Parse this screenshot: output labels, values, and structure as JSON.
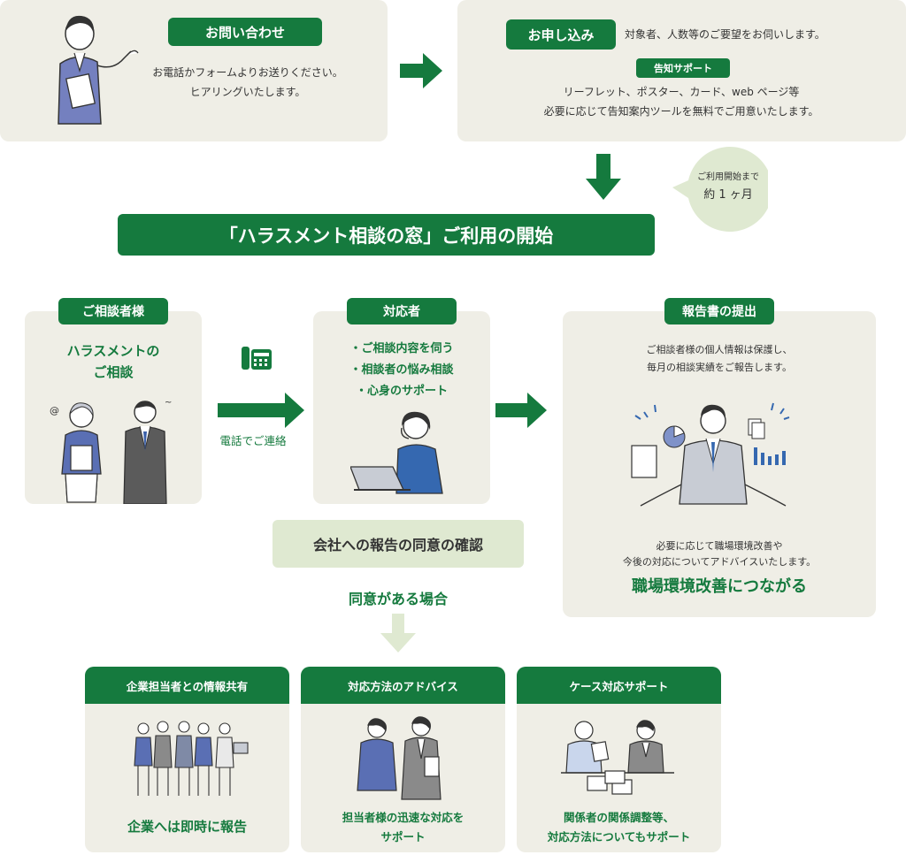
{
  "inquiry": {
    "tag": "お問い合わせ",
    "line1": "お電話かフォームよりお送りください。",
    "line2": "ヒアリングいたします。"
  },
  "application": {
    "tag": "お申し込み",
    "note": "対象者、人数等のご要望をお伺いします。",
    "sub_tag": "告知サポート",
    "line1": "リーフレット、ポスター、カード、web ページ等",
    "line2": "必要に応じて告知案内ツールを無料でご用意いたします。"
  },
  "lead_time": {
    "line1": "ご利用開始まで",
    "line2": "約 1 ヶ月"
  },
  "start_banner": "「ハラスメント相談の窓」ご利用の開始",
  "consultant": {
    "tag": "ご相談者様",
    "line1": "ハラスメントの",
    "line2": "ご相談"
  },
  "phone_label": "電話でご連絡",
  "responder": {
    "tag": "対応者",
    "items": [
      "・ご相談内容を伺う",
      "・相談者の悩み相談",
      "・心身のサポート"
    ]
  },
  "report": {
    "tag": "報告書の提出",
    "line1": "ご相談者様の個人情報は保護し、",
    "line2": "毎月の相談実績をご報告します。",
    "line3": "必要に応じて職場環境改善や",
    "line4": "今後の対応についてアドバイスいたします。",
    "highlight": "職場環境改善につながる"
  },
  "consent": {
    "box": "会社への報告の同意の確認",
    "label": "同意がある場合"
  },
  "outcomes": [
    {
      "header": "企業担当者との情報共有",
      "line1": "企業へは即時に報告",
      "line2": ""
    },
    {
      "header": "対応方法のアドバイス",
      "line1": "担当者様の迅速な対応を",
      "line2": "サポート"
    },
    {
      "header": "ケース対応サポート",
      "line1": "関係者の関係調整等、",
      "line2": "対応方法についてもサポート"
    }
  ],
  "colors": {
    "accent": "#157a3e",
    "panel": "#efeee6",
    "light_green": "#dfe9d1",
    "figure_blue": "#5a6fb4"
  }
}
